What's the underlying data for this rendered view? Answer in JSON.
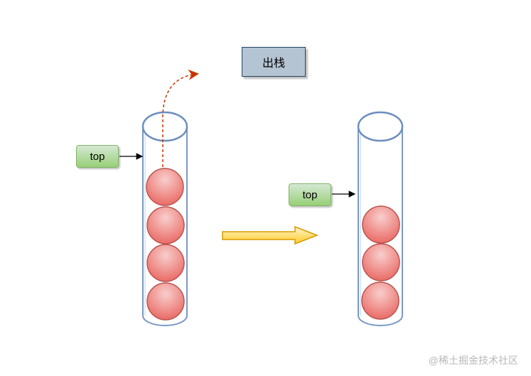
{
  "title": "出栈",
  "left_stack": {
    "pointer_label": "top",
    "ball_count": 4
  },
  "right_stack": {
    "pointer_label": "top",
    "ball_count": 3
  },
  "watermark": "@稀土掘金技术社区",
  "colors": {
    "tube_stroke": "#6c8ebf",
    "ball_fill_light": "#f8cecc",
    "ball_fill_dark": "#ea6b66",
    "ball_stroke": "#b85450",
    "arrow_fill": "#ffcd28",
    "arrow_stroke": "#d79b00",
    "pop_curve": "#c73500"
  }
}
